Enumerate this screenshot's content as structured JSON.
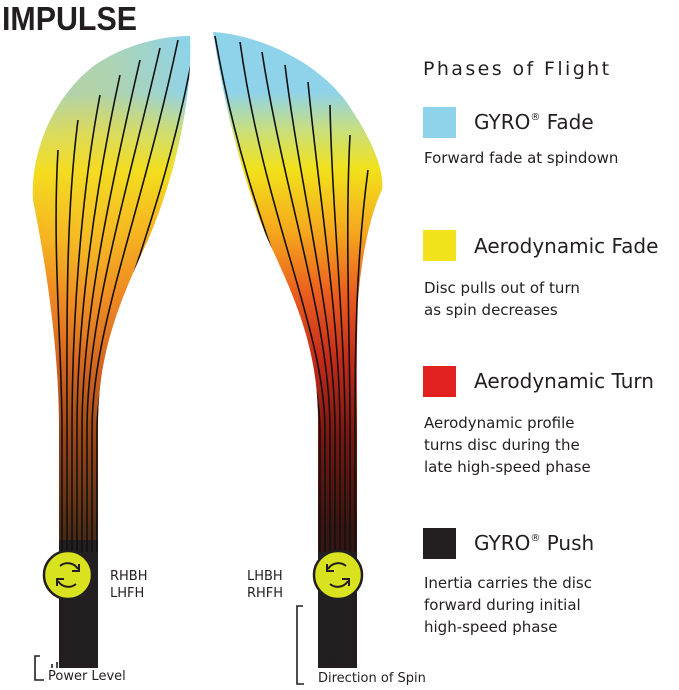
{
  "title": "IMPULSE",
  "legend": {
    "heading": "Phases of Flight",
    "items": [
      {
        "label_main": "GYRO",
        "label_sup": "®",
        "label_rest": " Fade",
        "color": "#8fd3ea",
        "desc_lines": [
          "Forward fade at spindown"
        ]
      },
      {
        "label_main": "Aerodynamic Fade",
        "label_sup": "",
        "label_rest": "",
        "color": "#f2e21b",
        "desc_lines": [
          "Disc pulls out of turn",
          "as spin decreases"
        ]
      },
      {
        "label_main": "Aerodynamic Turn",
        "label_sup": "",
        "label_rest": "",
        "color": "#e0211f",
        "desc_lines": [
          "Aerodynamic profile",
          "turns disc during the",
          "late high-speed phase"
        ]
      },
      {
        "label_main": "GYRO",
        "label_sup": "®",
        "label_rest": " Push",
        "color": "#231f20",
        "desc_lines": [
          "Inertia carries the disc",
          "forward during initial",
          "high-speed phase"
        ]
      }
    ]
  },
  "left_flight": {
    "hand_lines": [
      "RHBH",
      "LHFH"
    ]
  },
  "right_flight": {
    "hand_lines": [
      "LHBH",
      "RHFH"
    ]
  },
  "footer": {
    "power_level": "Power Level",
    "direction_of_spin": "Direction of Spin"
  },
  "colors": {
    "gyro_fade": "#8fd3ea",
    "aero_fade": "#f2e21b",
    "aero_turn": "#e0211f",
    "gyro_push": "#231f20",
    "disc_icon": "#d8e21f"
  }
}
